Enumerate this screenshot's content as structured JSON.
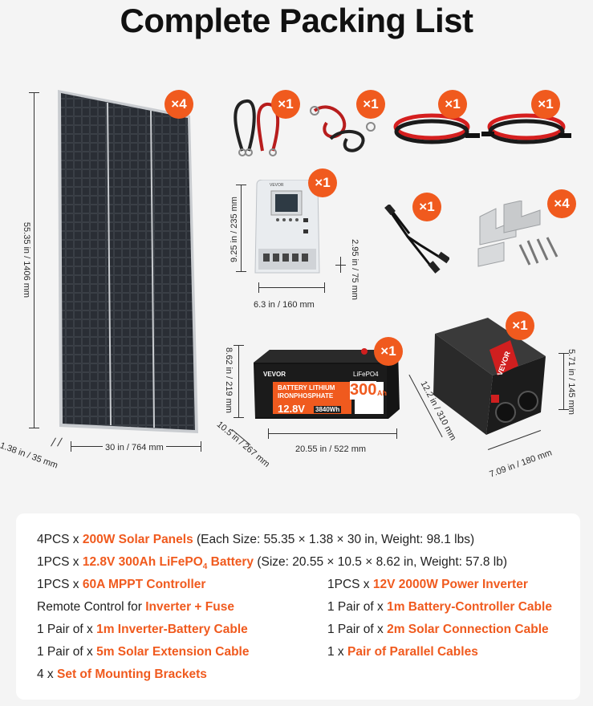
{
  "title": "Complete Packing List",
  "badges": {
    "panels": "×4",
    "cable1": "×1",
    "cable2": "×1",
    "cable3": "×1",
    "cable4": "×1",
    "controller": "×1",
    "ycable": "×1",
    "brackets": "×4",
    "battery": "×1",
    "inverter": "×1"
  },
  "dims": {
    "panel_height": "55.35 in / 1406 mm",
    "panel_width": "30 in / 764 mm",
    "panel_depth": "1.38 in / 35 mm",
    "ctrl_height": "9.25 in / 235 mm",
    "ctrl_width": "6.3 in / 160 mm",
    "ctrl_depth": "2.95 in / 75 mm",
    "batt_height": "8.62 in / 219 mm",
    "batt_depth": "10.5 in / 267 mm",
    "batt_width": "20.55 in / 522 mm",
    "inv_length": "12.2 in / 310 mm",
    "inv_width": "7.09 in / 180 mm",
    "inv_height": "5.71 in / 145 mm"
  },
  "product_labels": {
    "controller_brand": "VEVOR",
    "battery_brand": "VEVOR",
    "battery_chem": "LiFePO4",
    "battery_line1": "BATTERY LITHIUM",
    "battery_line2": "IRONPHOSPHATE",
    "battery_capacity": "300",
    "battery_unit": "Ah",
    "battery_voltage": "12.8V",
    "battery_wh": "3840Wh",
    "inverter_brand": "VEVOR"
  },
  "list": {
    "r1": {
      "pre": "4PCS x ",
      "hl": "200W Solar Panels",
      "post": " (Each Size: 55.35 × 1.38 × 30 in, Weight:  98.1 lbs)"
    },
    "r2": {
      "pre": "1PCS x ",
      "hl": "12.8V 300Ah LiFePO",
      "sub": "4",
      "hl2": " Battery",
      "post": " (Size: 20.55 × 10.5 × 8.62 in, Weight: 57.8 lb)"
    },
    "r3a": {
      "pre": "1PCS x ",
      "hl": "60A MPPT Controller"
    },
    "r3b": {
      "pre": "1PCS x ",
      "hl": "12V 2000W Power Inverter"
    },
    "r4a": {
      "pre": "Remote Control for ",
      "hl": "Inverter + Fuse"
    },
    "r4b": {
      "pre": "1 Pair of x ",
      "hl": "1m Battery-Controller Cable"
    },
    "r5a": {
      "pre": "1 Pair of x ",
      "hl": "1m Inverter-Battery Cable"
    },
    "r5b": {
      "pre": "1 Pair of x ",
      "hl": "2m Solar Connection Cable"
    },
    "r6a": {
      "pre": "1 Pair of x ",
      "hl": "5m  Solar Extension Cable"
    },
    "r6b": {
      "pre": "1 x ",
      "hl": "Pair of  Parallel Cables"
    },
    "r7a": {
      "pre": "4 x ",
      "hl": "Set of Mounting Brackets"
    }
  },
  "colors": {
    "accent": "#f05a1e",
    "background": "#f4f4f4"
  }
}
